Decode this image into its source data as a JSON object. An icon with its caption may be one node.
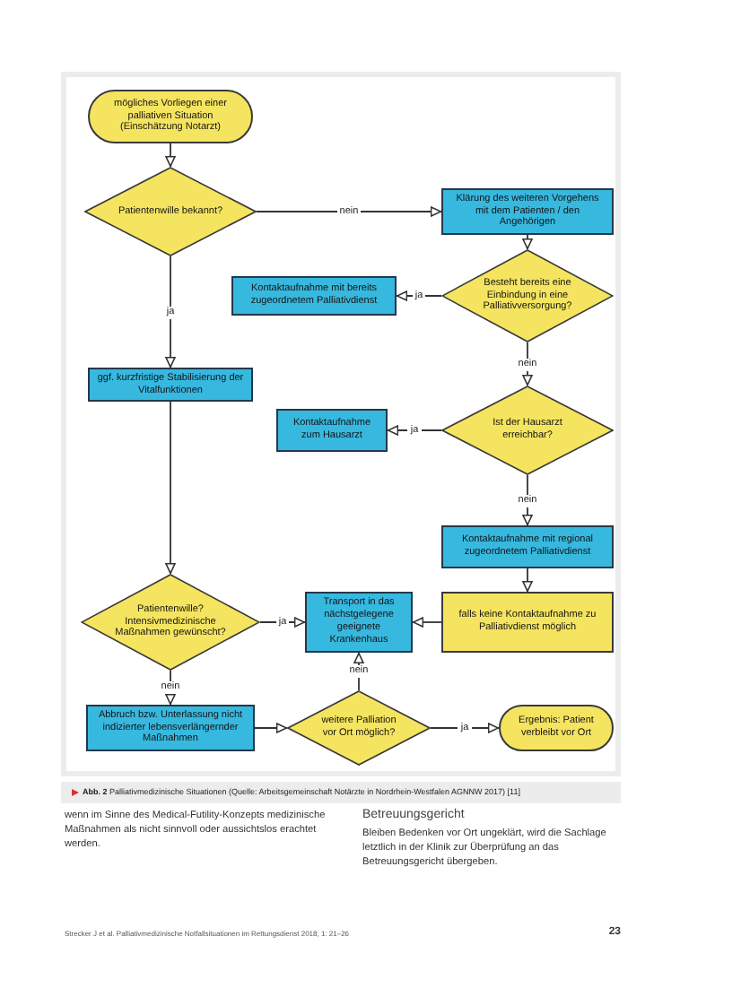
{
  "diagram": {
    "caption": "**Abb. 2** Palliativmedizinische Situationen (Quelle: Arbeitsgemeinschaft Notärzte in Nordrhein-Westfalen AGNNW 2017) [11]",
    "nodes": [
      {
        "text": [
          "mögliches Vorliegen einer palliativen Situation (Einschätzung Notarzt)"
        ]
      },
      {
        "text": [
          "Patientenwille bekannt?"
        ]
      },
      {
        "text": [
          "Klärung des weiteren Vorgehens mit dem Patienten / den Angehörigen"
        ]
      },
      {
        "text": [
          "Besteht bereits eine Einbindung in eine Palliativversorgung?"
        ]
      },
      {
        "text": [
          "Kontaktaufnahme mit bereits zugeordnetem Palliativdienst"
        ]
      },
      {
        "text": [
          "ggf. kurzfristige Stabilisierung der Vitalfunktionen"
        ]
      },
      {
        "text": [
          "Ist der Hausarzt erreichbar?"
        ]
      },
      {
        "text": [
          "Kontaktaufnahme zum Hausarzt"
        ]
      },
      {
        "text": [
          "Kontaktaufnahme mit regional zugeordnetem Palliativdienst"
        ]
      },
      {
        "text": [
          "falls keine Kontaktaufnahme zu Palliativdienst möglich"
        ]
      },
      {
        "text": [
          "Transport in das nächstgelegene geeignete Krankenhaus"
        ]
      },
      {
        "text": [
          "Patientenwille? Intensivmedizinische Maßnahmen gewünscht?"
        ]
      },
      {
        "text": [
          "Abbruch bzw. Unterlassung nicht indizierter lebensverlängernder Maßnahmen"
        ]
      },
      {
        "text": [
          "weitere Palliation vor Ort möglich?"
        ]
      },
      {
        "text": [
          "Ergebnis: Patient verbleibt vor Ort"
        ]
      }
    ],
    "edges": [
      {
        "from": 0,
        "to": 1,
        "arrow": "to"
      },
      {
        "from": 1,
        "to": 2,
        "arrow": "to",
        "label": "nein"
      },
      {
        "from": 1,
        "to": 5,
        "arrow": "to",
        "label": "ja"
      },
      {
        "from": 2,
        "to": 3,
        "arrow": "to"
      },
      {
        "from": 3,
        "to": 4,
        "arrow": "to",
        "label": "ja"
      },
      {
        "from": 3,
        "to": 6,
        "arrow": "to",
        "label": "nein"
      },
      {
        "from": 6,
        "to": 7,
        "arrow": "to",
        "label": "ja"
      },
      {
        "from": 6,
        "to": 8,
        "arrow": "to",
        "label": "nein"
      },
      {
        "from": 8,
        "to": 9,
        "arrow": "to"
      },
      {
        "from": 9,
        "to": 10,
        "arrow": "to"
      },
      {
        "from": 5,
        "to": 11,
        "arrow": "to"
      },
      {
        "from": 11,
        "to": 10,
        "arrow": "to",
        "label": "ja"
      },
      {
        "from": 11,
        "to": 12,
        "arrow": "to",
        "label": "nein"
      },
      {
        "from": 12,
        "to": 13,
        "arrow": "to"
      },
      {
        "from": 13,
        "to": 10,
        "arrow": "to",
        "label": "nein"
      },
      {
        "from": 13,
        "to": 14,
        "arrow": "to",
        "label": "ja"
      }
    ],
    "labels": [
      "wenn im Sinne des Medical-Futility-Konzepts medizinische Maßnahmen als nicht sinnvoll oder aussichtslos erachtet werden.",
      "Betreuungsgericht",
      "Bleiben Bedenken vor Ort ungeklärt, wird die Sachlage letztlich in der Klinik zur Überprüfung an das Betreuungsgericht übergeben.",
      "Strecker J et al. Palliativmedizinische Notfallsituationen im Rettungsdienst 2018; 1: 21–26",
      "23"
    ]
  }
}
